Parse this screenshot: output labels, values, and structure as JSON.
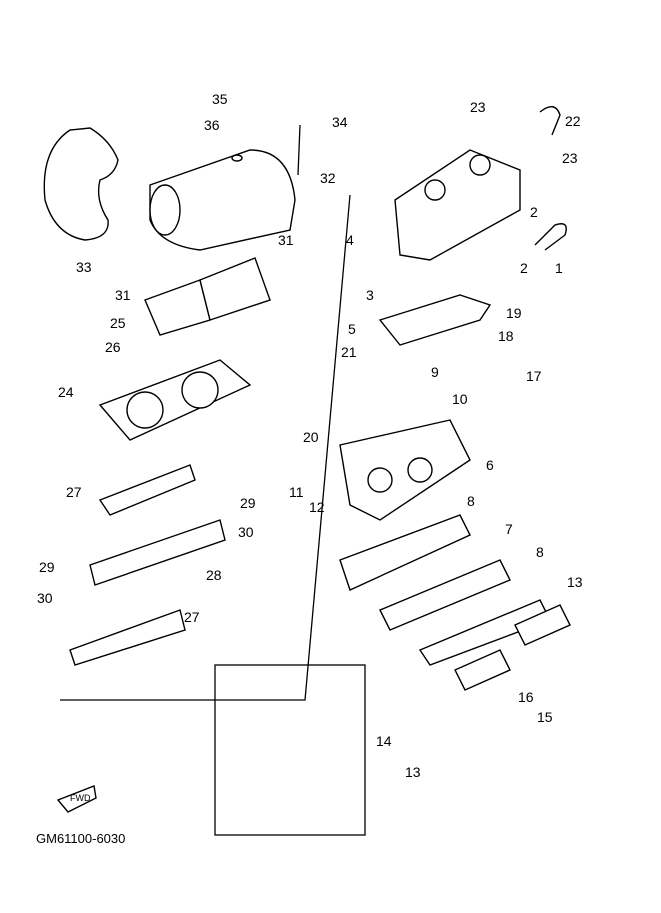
{
  "diagram_code": "GM61100-6030",
  "fwd_label": "FWD",
  "callouts": [
    "35",
    "36",
    "34",
    "32",
    "33",
    "31",
    "31",
    "25",
    "26",
    "24",
    "27",
    "29",
    "30",
    "28",
    "29",
    "30",
    "27",
    "23",
    "22",
    "23",
    "2",
    "2",
    "1",
    "4",
    "3",
    "19",
    "5",
    "18",
    "21",
    "9",
    "17",
    "10",
    "20",
    "6",
    "11",
    "12",
    "8",
    "7",
    "8",
    "13",
    "16",
    "15",
    "14",
    "13"
  ]
}
